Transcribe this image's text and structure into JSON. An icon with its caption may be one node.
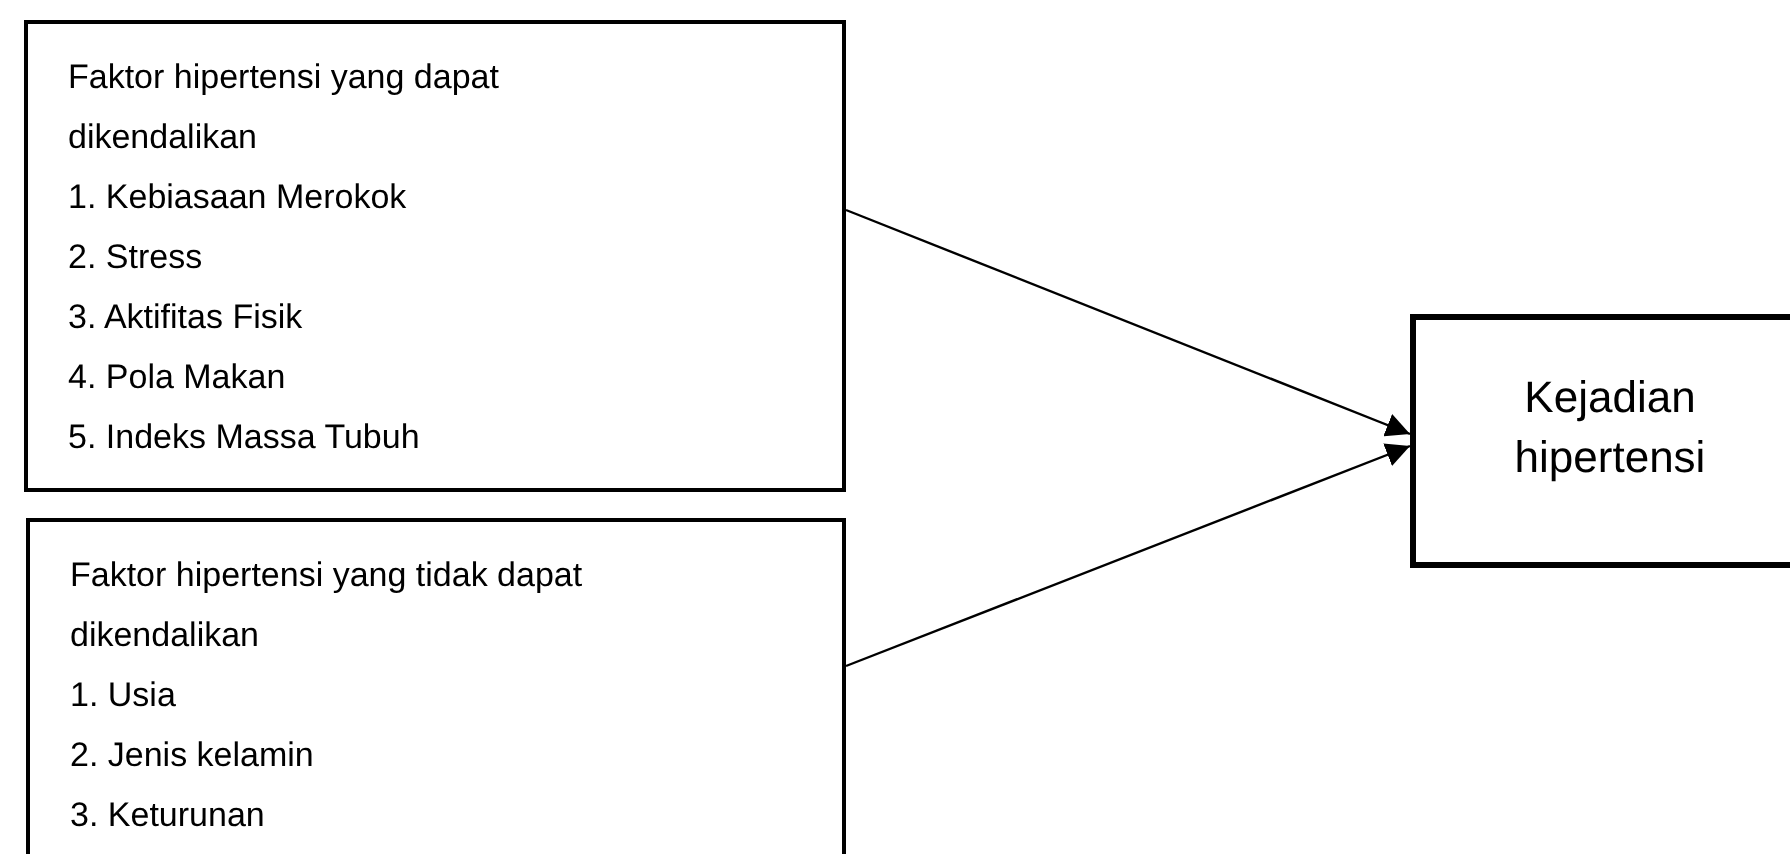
{
  "diagram": {
    "nodes": [
      {
        "text": [
          "Faktor hipertensi yang dapat dikendalikan",
          "1. Kebiasaan Merokok",
          "2. Stress",
          "3. Aktifitas Fisik",
          "4. Pola Makan",
          "5. Indeks Massa Tubuh"
        ]
      },
      {
        "text": [
          "Faktor hipertensi yang tidak dapat dikendalikan",
          "1. Usia",
          "2. Jenis kelamin",
          "3. Keturunan"
        ]
      },
      {
        "text": [
          "Kejadian hipertensi"
        ]
      }
    ],
    "edges": [
      {
        "from": 0,
        "to": 2,
        "arrow": "to"
      },
      {
        "from": 1,
        "to": 2,
        "arrow": "to"
      }
    ]
  }
}
